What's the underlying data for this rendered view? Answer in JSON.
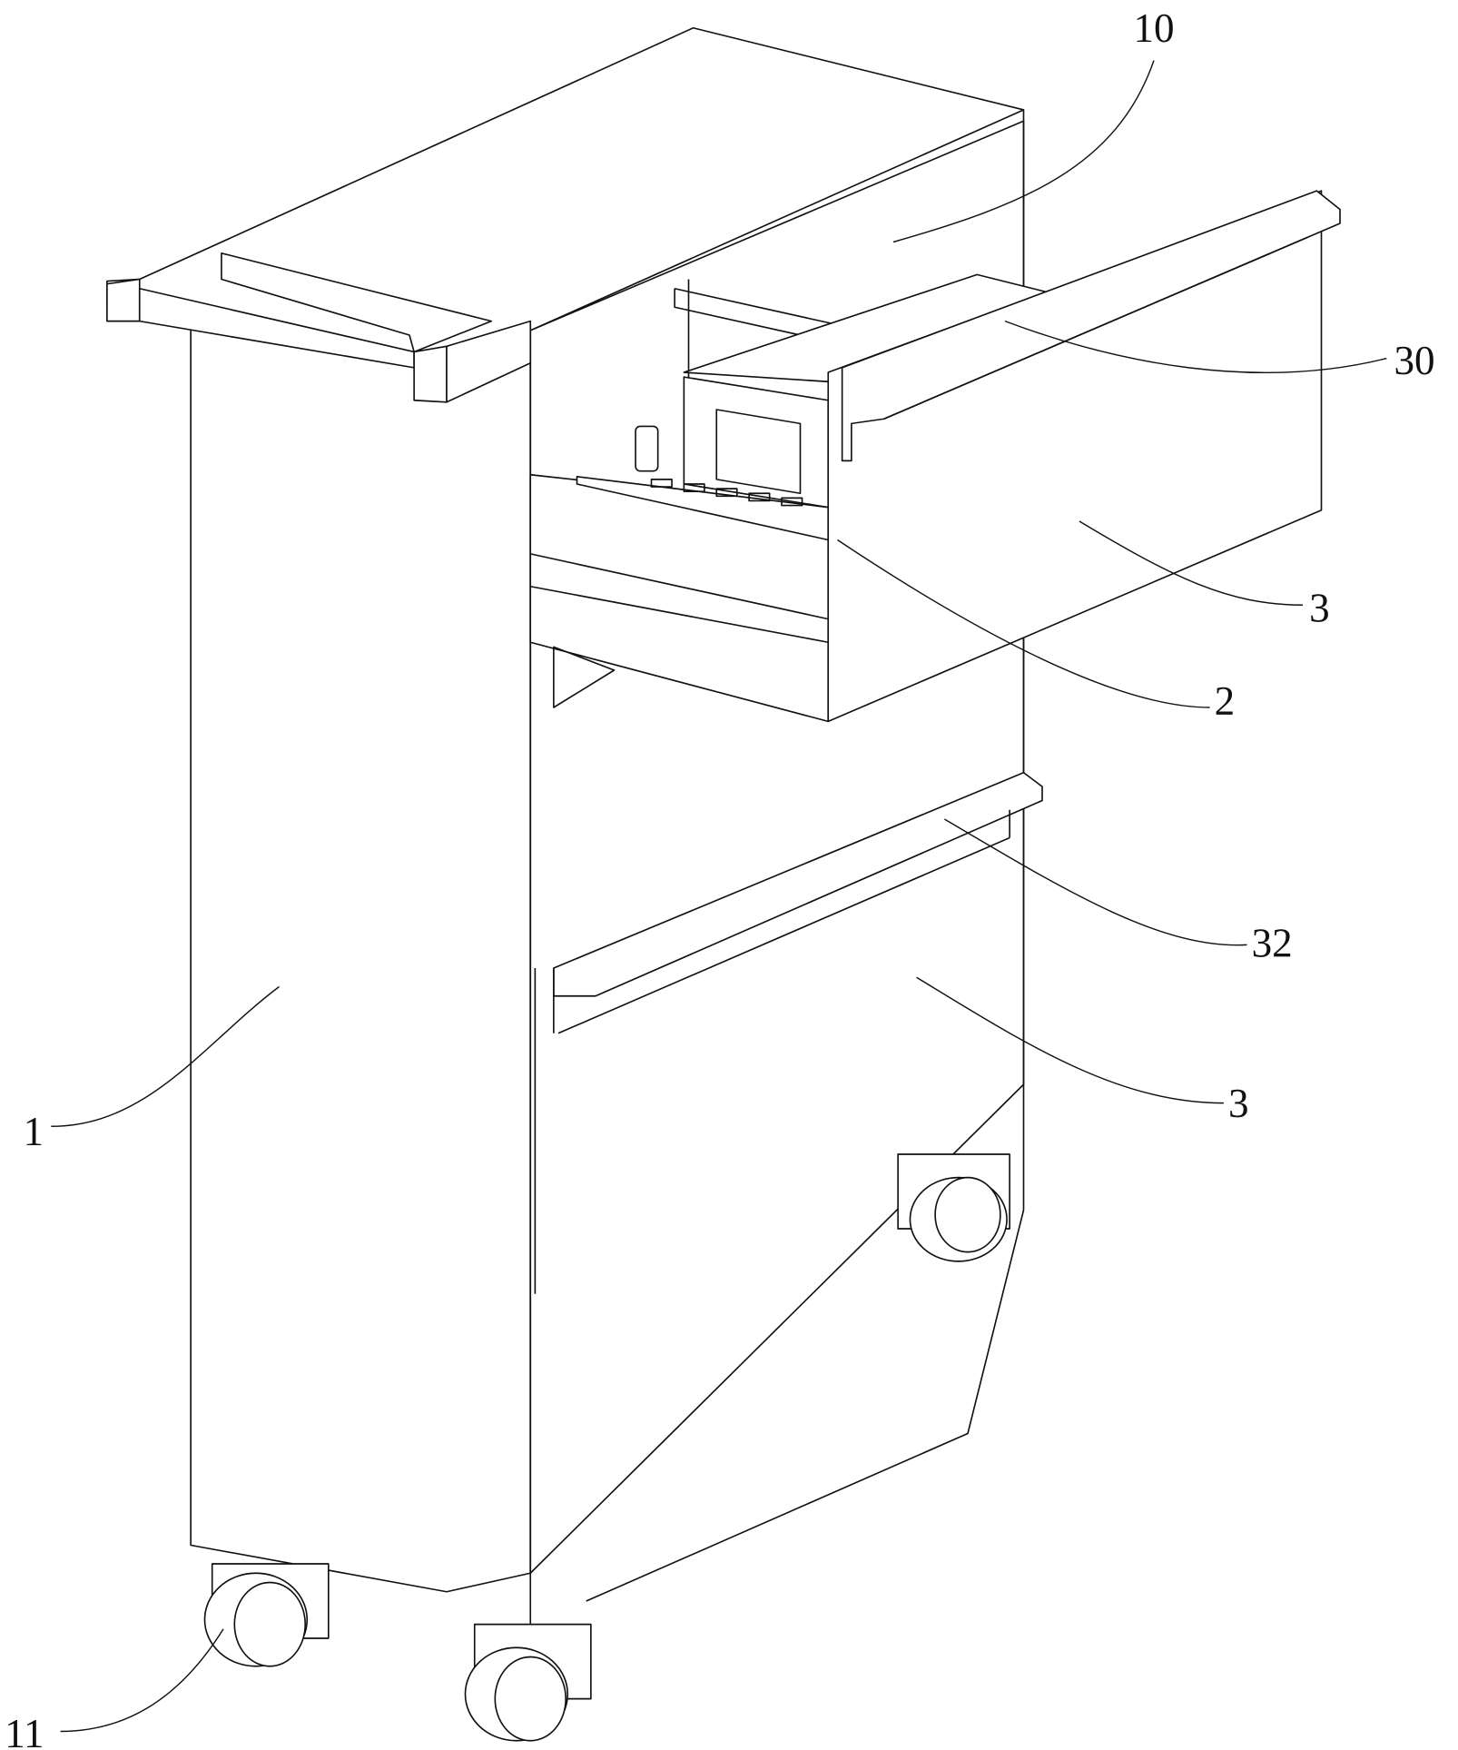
{
  "figure": {
    "labels": {
      "top_panel": "10",
      "drawer_box": "30",
      "upper_drawer": "3",
      "tray": "2",
      "handle": "32",
      "lower_drawer": "3",
      "cabinet_body": "1",
      "wheel": "11"
    }
  }
}
